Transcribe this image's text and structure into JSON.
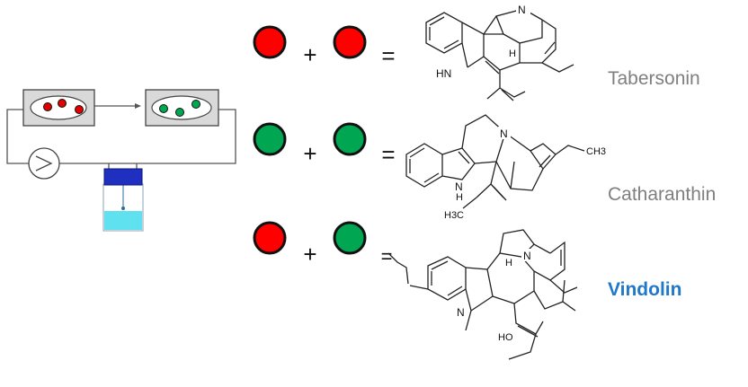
{
  "compounds": [
    {
      "name": "Tabersonin",
      "cells": [
        "red",
        "red"
      ],
      "highlight": false
    },
    {
      "name": "Catharanthin",
      "cells": [
        "green",
        "green"
      ],
      "highlight": false
    },
    {
      "name": "Vindolin",
      "cells": [
        "red",
        "green"
      ],
      "highlight": true
    }
  ],
  "operators": {
    "plus": "+",
    "equals": "="
  },
  "atoms": {
    "N": "N",
    "H": "H",
    "HN": "HN",
    "CH3": "CH3",
    "H3C": "H3C",
    "HO": "HO"
  },
  "colors": {
    "red": "#ff0000",
    "green": "#00a651",
    "label_grey": "#7f7f7f",
    "label_blue": "#1f78c8",
    "reservoir_cap": "#1f2fbf",
    "reservoir_liquid": "#5fe1f0"
  }
}
